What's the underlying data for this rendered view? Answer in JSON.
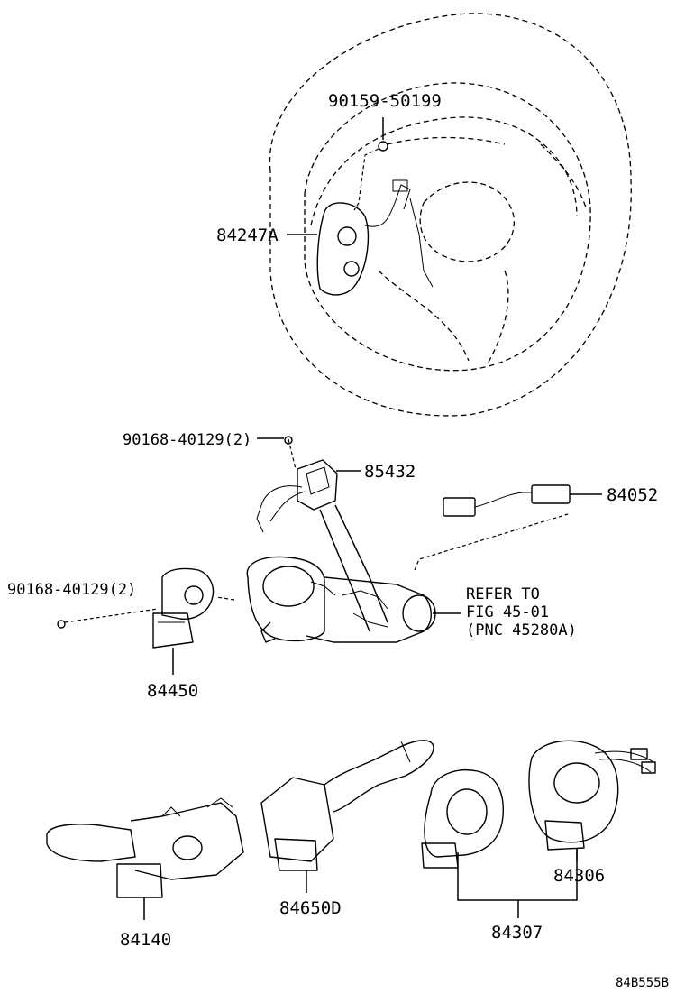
{
  "parts": {
    "p_90159": "90159-50199",
    "p_84247A": "84247A",
    "p_90168_top": "90168-40129(2)",
    "p_85432": "85432",
    "p_84052": "84052",
    "p_90168_left": "90168-40129(2)",
    "p_84450": "84450",
    "p_84140": "84140",
    "p_84650D": "84650D",
    "p_84306": "84306",
    "p_84307": "84307"
  },
  "reference": {
    "line1": "REFER TO",
    "line2": "FIG 45-01",
    "line3": "(PNC 45280A)"
  },
  "figure_code": "84B555B"
}
